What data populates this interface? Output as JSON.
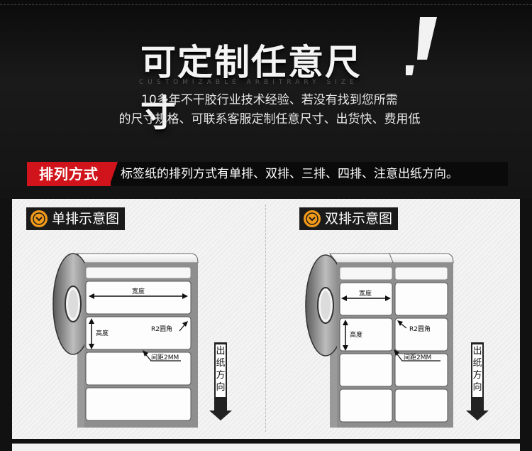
{
  "hero": {
    "title": "可定制任意尺寸",
    "subtitle": "CUSTOMIZABLE ARBITRARY SIZE",
    "desc_line1": "10多年不干胶行业技术经验、若没有找到您所需",
    "desc_line2": "的尺寸规格、可联系客服定制任意尺寸、出货快、费用低"
  },
  "bar": {
    "tag": "排列方式",
    "text": "标签纸的排列方式有单排、双排、三排、四排、注意出纸方向。"
  },
  "single": {
    "label": "单排示意图",
    "width_label": "宽度",
    "height_label": "高度",
    "radius_label": "R2圆角",
    "gap_label": "间距2MM",
    "direction_label": "出纸方向"
  },
  "double": {
    "label": "双排示意图",
    "width_label": "宽度",
    "height_label": "高度",
    "radius_label": "R2圆角",
    "gap_label": "间距2MM",
    "direction_label": "出纸方向"
  },
  "colors": {
    "accent_red": "#d1141b",
    "icon_orange": "#f19a1a",
    "background": "#111111"
  },
  "icons": {
    "section_icon": "chevron-down-circle-icon",
    "exclaim": "exclamation-icon",
    "arrow": "arrow-down-icon"
  }
}
